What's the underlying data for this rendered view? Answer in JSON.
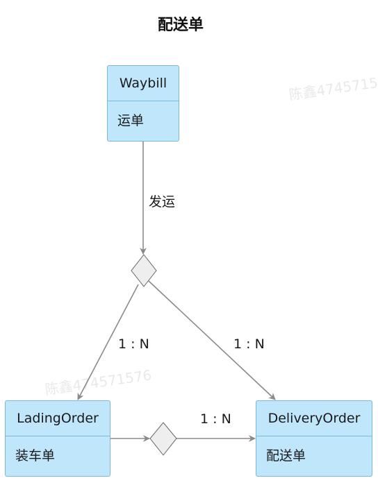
{
  "title": "配送单",
  "watermark": "陈鑫474571576",
  "entities": {
    "waybill": {
      "name": "Waybill",
      "label": "运单"
    },
    "lading_order": {
      "name": "LadingOrder",
      "label": "装车单"
    },
    "delivery_order": {
      "name": "DeliveryOrder",
      "label": "配送单"
    }
  },
  "relations": {
    "dispatch_label": "发运",
    "lading_cardinality": "1 : N",
    "delivery_cardinality": "1 : N",
    "lading_to_delivery_cardinality": "1 : N"
  },
  "colors": {
    "entity_fill": "#bfe6fb",
    "entity_border": "#7ab8dc",
    "line": "#8a8a8a",
    "diamond_fill": "#eeeeee"
  }
}
